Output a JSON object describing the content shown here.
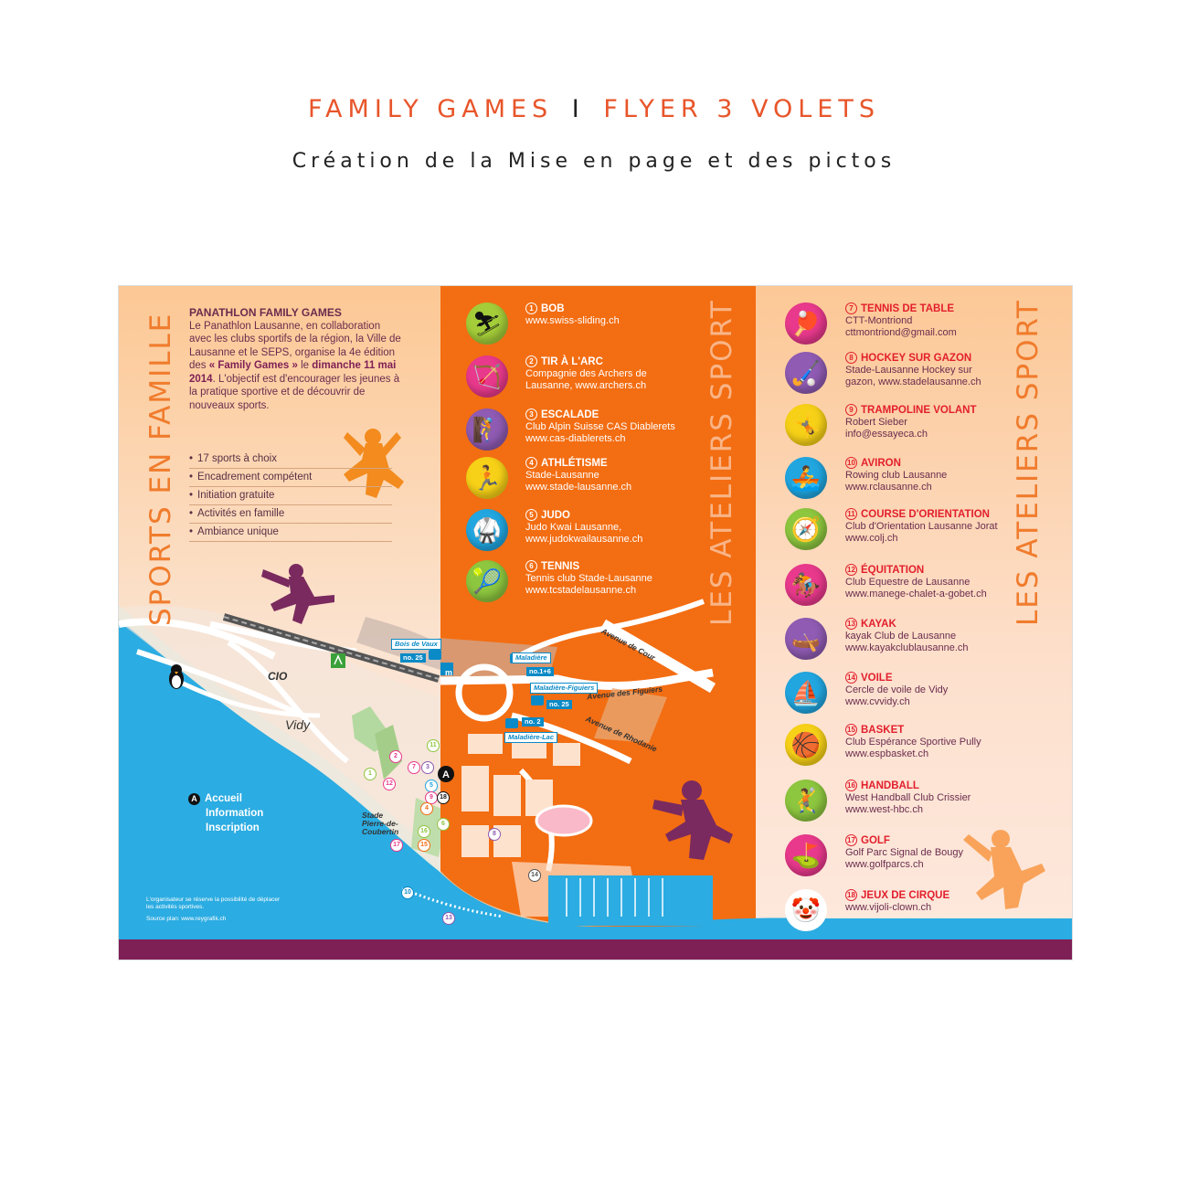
{
  "header": {
    "title_part1": "FAMILY GAMES",
    "separator": "I",
    "title_part2": "FLYER 3 VOLETS",
    "subtitle": "Création de la Mise en page et des pictos"
  },
  "left_panel": {
    "vertical_title": "SPORTS EN FAMILLE",
    "intro_heading": "PANATHLON FAMILY GAMES",
    "intro_text_1": "Le Panathlon Lausanne, en collaboration avec les clubs sportifs de la région, la Ville de Lausanne et le SEPS, organise la 4e édition des ",
    "intro_bold_1": "« Family Games »",
    "intro_text_2": " le ",
    "intro_bold_2": "dimanche 11 mai 2014",
    "intro_text_3": ". L'objectif est d'encourager les jeunes à la pratique sportive et de découvrir de nouveaux sports.",
    "bullets": [
      "17 sports à choix",
      "Encadrement compétent",
      "Initiation gratuite",
      "Activités en famille",
      "Ambiance unique"
    ]
  },
  "middle_panel": {
    "vertical_title": "LES ATELIERS SPORT",
    "sports": [
      {
        "num": "1",
        "name": "BOB",
        "line1": "www.swiss-sliding.ch",
        "line2": "",
        "color": "#a4cd39",
        "icon": "bobsleigh-icon",
        "glyph": "⛷"
      },
      {
        "num": "2",
        "name": "TIR À L'ARC",
        "line1": "Compagnie des Archers de",
        "line2": "Lausanne, www.archers.ch",
        "color": "#e9398c",
        "icon": "archery-icon",
        "glyph": "🏹"
      },
      {
        "num": "3",
        "name": "ESCALADE",
        "line1": "Club Alpin Suisse CAS Diablerets",
        "line2": "www.cas-diablerets.ch",
        "color": "#8f5bb3",
        "icon": "climbing-icon",
        "glyph": "🧗"
      },
      {
        "num": "4",
        "name": "ATHLÉTISME",
        "line1": "Stade-Lausanne",
        "line2": "www.stade-lausanne.ch",
        "color": "#f7d117",
        "icon": "athletics-icon",
        "glyph": "🏃"
      },
      {
        "num": "5",
        "name": "JUDO",
        "line1": "Judo Kwai Lausanne,",
        "line2": "www.judokwailausanne.ch",
        "color": "#21a6e0",
        "icon": "judo-icon",
        "glyph": "🥋"
      },
      {
        "num": "6",
        "name": "TENNIS",
        "line1": "Tennis club Stade-Lausanne",
        "line2": "www.tcstadelausanne.ch",
        "color": "#8dc63f",
        "icon": "tennis-icon",
        "glyph": "🎾"
      }
    ]
  },
  "right_panel": {
    "vertical_title": "LES ATELIERS SPORT",
    "sports": [
      {
        "num": "7",
        "name": "TENNIS DE TABLE",
        "line1": "CTT-Montriond",
        "line2": "cttmontriond@gmail.com",
        "color": "#e9398c",
        "icon": "table-tennis-icon",
        "glyph": "🏓"
      },
      {
        "num": "8",
        "name": "HOCKEY SUR GAZON",
        "line1": "Stade-Lausanne Hockey sur",
        "line2": "gazon, www.stadelausanne.ch",
        "color": "#8f5bb3",
        "icon": "field-hockey-icon",
        "glyph": "🏑"
      },
      {
        "num": "9",
        "name": "TRAMPOLINE VOLANT",
        "line1": "Robert Sieber",
        "line2": "info@essayeca.ch",
        "color": "#f7d117",
        "icon": "trampoline-icon",
        "glyph": "🤸"
      },
      {
        "num": "10",
        "name": "AVIRON",
        "line1": "Rowing club Lausanne",
        "line2": "www.rclausanne.ch",
        "color": "#21a6e0",
        "icon": "rowing-icon",
        "glyph": "🚣"
      },
      {
        "num": "11",
        "name": "COURSE D'ORIENTATION",
        "line1": "Club d'Orientation Lausanne Jorat",
        "line2": "www.colj.ch",
        "color": "#8dc63f",
        "icon": "orienteering-icon",
        "glyph": "🧭"
      },
      {
        "num": "12",
        "name": "ÉQUITATION",
        "line1": "Club Equestre de Lausanne",
        "line2": "www.manege-chalet-a-gobet.ch",
        "color": "#e9398c",
        "icon": "horse-riding-icon",
        "glyph": "🏇"
      },
      {
        "num": "13",
        "name": "KAYAK",
        "line1": "kayak Club de Lausanne",
        "line2": "www.kayakclublausanne.ch",
        "color": "#8f5bb3",
        "icon": "kayak-icon",
        "glyph": "🛶"
      },
      {
        "num": "14",
        "name": "VOILE",
        "line1": "Cercle de voile de Vidy",
        "line2": "www.cvvidy.ch",
        "color": "#21a6e0",
        "icon": "sailing-icon",
        "glyph": "⛵"
      },
      {
        "num": "15",
        "name": "BASKET",
        "line1": "Club Espérance Sportive Pully",
        "line2": "www.espbasket.ch",
        "color": "#f7d117",
        "icon": "basketball-icon",
        "glyph": "🏀"
      },
      {
        "num": "16",
        "name": "HANDBALL",
        "line1": "West Handball Club Crissier",
        "line2": "www.west-hbc.ch",
        "color": "#8dc63f",
        "icon": "handball-icon",
        "glyph": "🤾"
      },
      {
        "num": "17",
        "name": "GOLF",
        "line1": "Golf Parc Signal de Bougy",
        "line2": "www.golfparcs.ch",
        "color": "#e9398c",
        "icon": "golf-icon",
        "glyph": "⛳"
      },
      {
        "num": "18",
        "name": "JEUX DE CIRQUE",
        "line1": "www.vijoli-clown.ch",
        "line2": "",
        "color": "#ffffff",
        "icon": "clown-icon",
        "glyph": "🤡"
      }
    ]
  },
  "map": {
    "legend_marker": "A",
    "legend_lines": [
      "Accueil",
      "Information",
      "Inscription"
    ],
    "note": "L'organisateur se réserve la possibilité de déplacer les activités sportives.",
    "source": "Source plan: www.reygrafik.ch",
    "labels": {
      "cio": "CIO",
      "vidy": "Vidy",
      "stade": "Stade Pierre-de- Coubertin",
      "avenue_cour": "Avenue de Cour",
      "avenue_figuiers": "Avenue des Figuiers",
      "avenue_rhodanie": "Avenue de Rhodanie"
    },
    "bus_stops": {
      "bois_de_vaux": "Bois de Vaux",
      "bois_de_vaux_no": "no. 25",
      "maladiere": "Maladière",
      "maladiere_no": "no.1+6",
      "maladiere_figuiers": "Maladière-Figuiers",
      "maladiere_figuiers_no": "no. 25",
      "maladiere_lac": "Maladière-Lac",
      "maladiere_lac_no": "no. 2",
      "metro": "m"
    }
  }
}
